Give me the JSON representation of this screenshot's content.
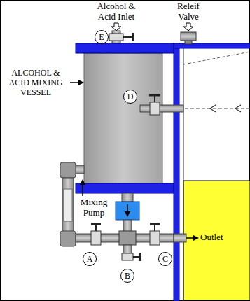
{
  "diagram": {
    "nodes": [
      {
        "text": [
          "E"
        ]
      },
      {
        "text": [
          "D"
        ]
      },
      {
        "text": [
          "A"
        ]
      },
      {
        "text": [
          "C"
        ]
      },
      {
        "text": [
          "B"
        ]
      }
    ],
    "labels": [
      "Alcohol & Acid Inlet",
      "Releif Valve",
      "ALCOHOL & ACID MIXING VESSEL",
      "Mixing Pump",
      "Outlet"
    ]
  }
}
